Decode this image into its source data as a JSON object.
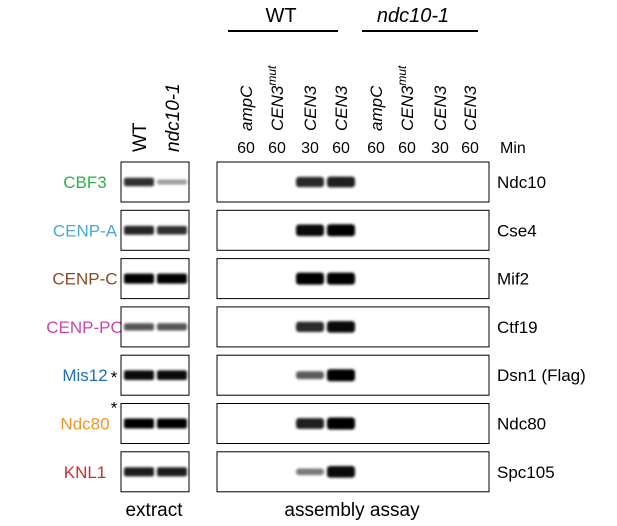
{
  "groups": [
    {
      "label": "WT",
      "style": "normal"
    },
    {
      "label": "ndc10-1",
      "style": "italic"
    }
  ],
  "extract_lanes": [
    {
      "label": "WT",
      "style": "normal"
    },
    {
      "label": "ndc10-1",
      "style": "italic"
    }
  ],
  "assay_lanes": [
    {
      "base": "ampC",
      "sup": ""
    },
    {
      "base": "CEN3",
      "sup": "mut"
    },
    {
      "base": "CEN3",
      "sup": ""
    },
    {
      "base": "CEN3",
      "sup": ""
    },
    {
      "base": "ampC",
      "sup": ""
    },
    {
      "base": "CEN3",
      "sup": "mut"
    },
    {
      "base": "CEN3",
      "sup": ""
    },
    {
      "base": "CEN3",
      "sup": ""
    }
  ],
  "times": [
    "60",
    "60",
    "30",
    "60",
    "60",
    "60",
    "30",
    "60"
  ],
  "time_unit": "Min",
  "rows": [
    {
      "left": "CBF3",
      "color": "#2bb24c",
      "right": "Ndc10",
      "star": "",
      "extract": [
        0.75,
        0.18
      ],
      "assay": [
        0,
        0,
        0.8,
        0.85,
        0,
        0,
        0,
        0
      ]
    },
    {
      "left": "CENP-A",
      "color": "#4aa8dc",
      "right": "Cse4",
      "star": "",
      "extract": [
        0.8,
        0.75
      ],
      "assay": [
        0,
        0,
        0.95,
        1.0,
        0,
        0,
        0,
        0
      ]
    },
    {
      "left": "CENP-C",
      "color": "#8a4b22",
      "right": "Mif2",
      "star": "",
      "extract": [
        1.0,
        1.0
      ],
      "assay": [
        0,
        0,
        1.0,
        1.0,
        0,
        0,
        0,
        0
      ]
    },
    {
      "left": "CENP-PO",
      "color": "#cc46a8",
      "right": "Ctf19",
      "star": "",
      "extract": [
        0.55,
        0.55
      ],
      "assay": [
        0,
        0,
        0.8,
        0.95,
        0,
        0,
        0,
        0
      ]
    },
    {
      "left": "Mis12",
      "color": "#1f6fb5",
      "right": "Dsn1 (Flag)",
      "star": "*",
      "extract": [
        0.95,
        0.95
      ],
      "assay": [
        0,
        0,
        0.55,
        1.0,
        0,
        0,
        0,
        0
      ]
    },
    {
      "left": "Ndc80",
      "color": "#f0962a",
      "right": "Ndc80",
      "star": "*",
      "extract": [
        1.0,
        1.0
      ],
      "assay": [
        0,
        0,
        0.85,
        1.0,
        0,
        0,
        0,
        0
      ]
    },
    {
      "left": "KNL1",
      "color": "#d42a2a",
      "right": "Spc105",
      "star": "",
      "extract": [
        0.85,
        0.85
      ],
      "assay": [
        0,
        0,
        0.4,
        0.95,
        0,
        0,
        0,
        0
      ]
    }
  ],
  "bottom": {
    "extract": "extract",
    "assay": "assembly assay"
  }
}
